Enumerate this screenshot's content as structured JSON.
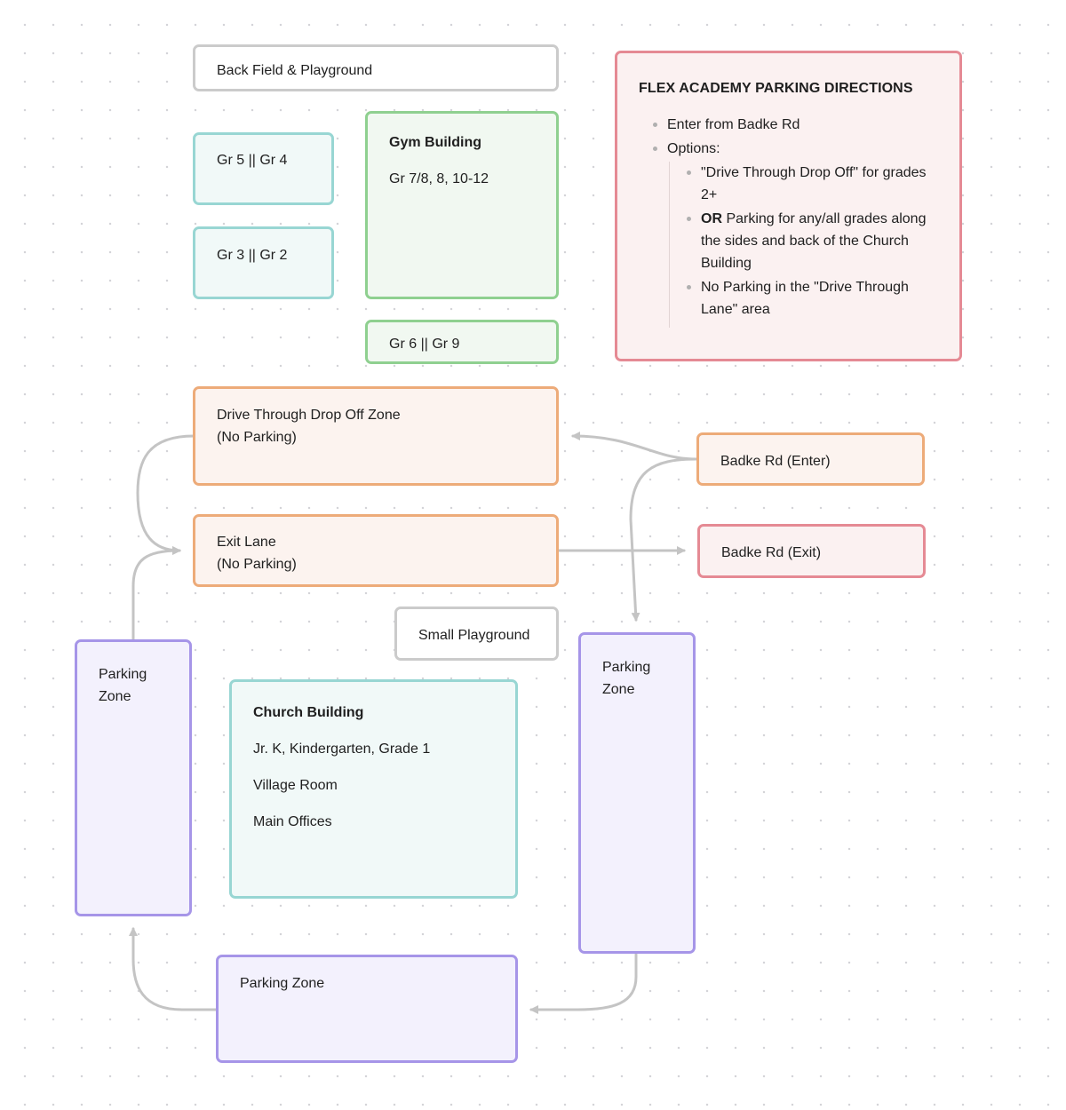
{
  "nodes": {
    "back_field": "Back Field & Playground",
    "gr5_gr4": "Gr 5 || Gr 4",
    "gr3_gr2": "Gr 3 || Gr 2",
    "gym": {
      "title": "Gym Building",
      "grades": "Gr 7/8, 8, 10-12"
    },
    "gr6_gr9": "Gr 6 || Gr 9",
    "drop_off": "Drive Through Drop Off Zone\n(No Parking)",
    "exit_lane": "Exit Lane\n(No Parking)",
    "badke_enter": "Badke Rd (Enter)",
    "badke_exit": "Badke Rd (Exit)",
    "small_playground": "Small Playground",
    "church": {
      "title": "Church Building",
      "line1": "Jr. K, Kindergarten, Grade 1",
      "line2": "Village Room",
      "line3": "Main Offices"
    },
    "parking_left": "Parking\nZone",
    "parking_right": "Parking\nZone",
    "parking_bottom": "Parking Zone"
  },
  "directions": {
    "title": "FLEX ACADEMY PARKING DIRECTIONS",
    "item1": "Enter from Badke Rd",
    "item2": "Options:",
    "sub1": "\"Drive Through Drop Off\" for grades 2+",
    "sub2_bold": "OR",
    "sub2_rest": " Parking for any/all grades along the sides and back of the Church Building",
    "sub3": "No Parking in the \"Drive Through Lane\" area"
  },
  "colors": {
    "grey": "#cbcbcb",
    "teal": "#98d6d3",
    "green": "#8fd090",
    "orange": "#edab79",
    "red": "#e58a94",
    "purple": "#a695e8",
    "connector": "#c4c4c4"
  }
}
